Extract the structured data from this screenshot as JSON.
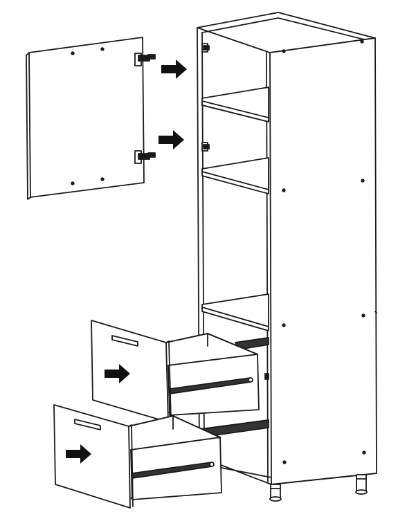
{
  "diagram": {
    "colors": {
      "line": "#1a1a1a",
      "fill": "#ffffff",
      "arrow": "#111111"
    },
    "parts": [
      "cabinet-carcass",
      "upper-door",
      "shelf-top",
      "shelf-middle",
      "shelf-lower",
      "drawer-upper",
      "drawer-lower",
      "hinge",
      "drawer-runner",
      "adjustable-leg"
    ],
    "arrows": [
      {
        "name": "door-top-hinge-arrow",
        "direction": "right"
      },
      {
        "name": "door-bottom-hinge-arrow",
        "direction": "right"
      },
      {
        "name": "upper-drawer-arrow",
        "direction": "right"
      },
      {
        "name": "lower-drawer-arrow",
        "direction": "right"
      }
    ]
  }
}
